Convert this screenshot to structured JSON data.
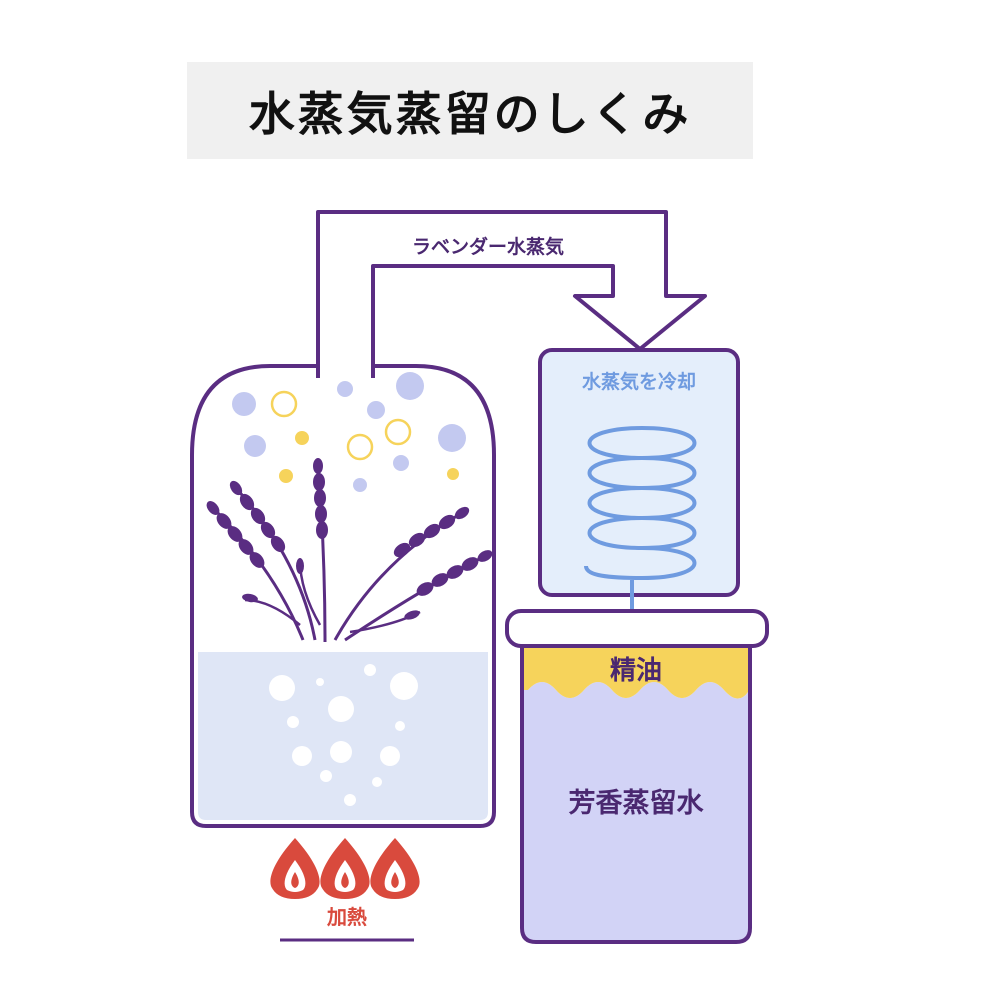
{
  "title": "水蒸気蒸留のしくみ",
  "labels": {
    "vapor": "ラベンダー水蒸気",
    "cooling": "水蒸気を冷却",
    "essential_oil": "精油",
    "aromatic_water": "芳香蒸留水",
    "heating": "加熱"
  },
  "colors": {
    "outline": "#5a2d82",
    "water": "#dfe6f6",
    "bubble": "#c3c9f0",
    "yellow": "#f6d35b",
    "condenser_fill": "#e4eefb",
    "coil": "#6f9be0",
    "distillate": "#d2d3f6",
    "flame": "#d94a3d",
    "title_bg": "#f0f0f0"
  }
}
